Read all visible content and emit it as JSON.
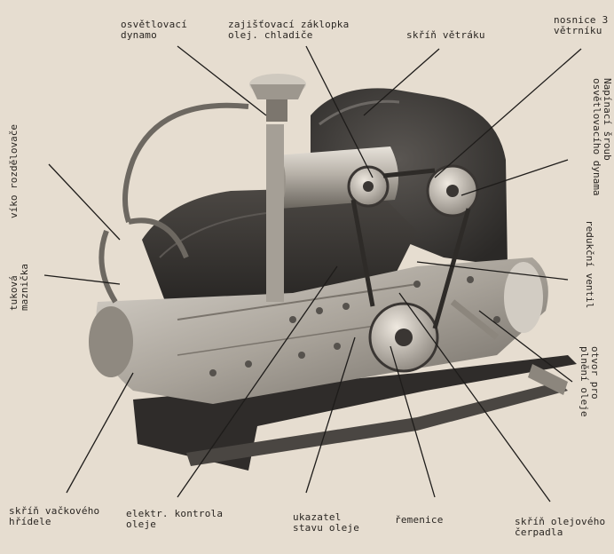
{
  "labels": {
    "osvetlovaci_dynamo": "osvětlovací\ndynamo",
    "zajistovaci_zaklopka": "zajišťovací záklopka\nolej. chladiče",
    "skrin_vetraku": "skříň větráku",
    "nosnice": "nosnice 3\nvětrníku",
    "napinaci_sroub": "Napínací šroub\nosvětlovacího dynama",
    "redukcni_ventil": "redukční ventil",
    "otvor": "otvor pro\nplnění oleje",
    "vicko": "víko rozdělovače",
    "tukova": "tuková\nmaznička",
    "skrin_vackoveho": "skříň vačkového\nhřídele",
    "elektr_kontrola": "elektr. kontrola\noleje",
    "ukazatel": "ukazatel\nstavu oleje",
    "remenice": "řemenice",
    "skrin_olejoveho": "skříň olejového\nčerpadla"
  },
  "colors": {
    "paper": "#e6ddd0",
    "ink": "#2a2622",
    "metal_dark": "#3b3836",
    "metal_light": "#c7c1b8"
  }
}
